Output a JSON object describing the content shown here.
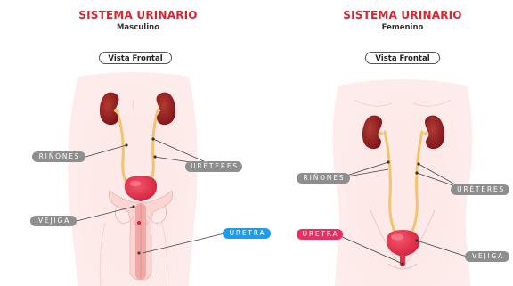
{
  "male": {
    "title": "SISTEMA URINARIO",
    "subtitle": "Masculino",
    "view": "Vista Frontal",
    "labels": {
      "kidneys": "RIÑONES",
      "ureters": "URÉTERES",
      "bladder": "VEJIGA",
      "urethra": "URETRA"
    }
  },
  "female": {
    "title": "SISTEMA URINARIO",
    "subtitle": "Femenino",
    "view": "Vista Frontal",
    "labels": {
      "kidneys": "RIÑONES",
      "ureters": "URÉTERES",
      "bladder": "VEJIGA",
      "urethra": "URETRA"
    }
  },
  "colors": {
    "title_red": "#d32630",
    "label_gray": "#8e8e8e",
    "label_blue": "#1e9be9",
    "label_pink": "#ec2d5f",
    "kidney": "#8e1c22",
    "ureter": "#f2c46e",
    "bladder": "#e8304a",
    "skin": "#fdebe8"
  }
}
